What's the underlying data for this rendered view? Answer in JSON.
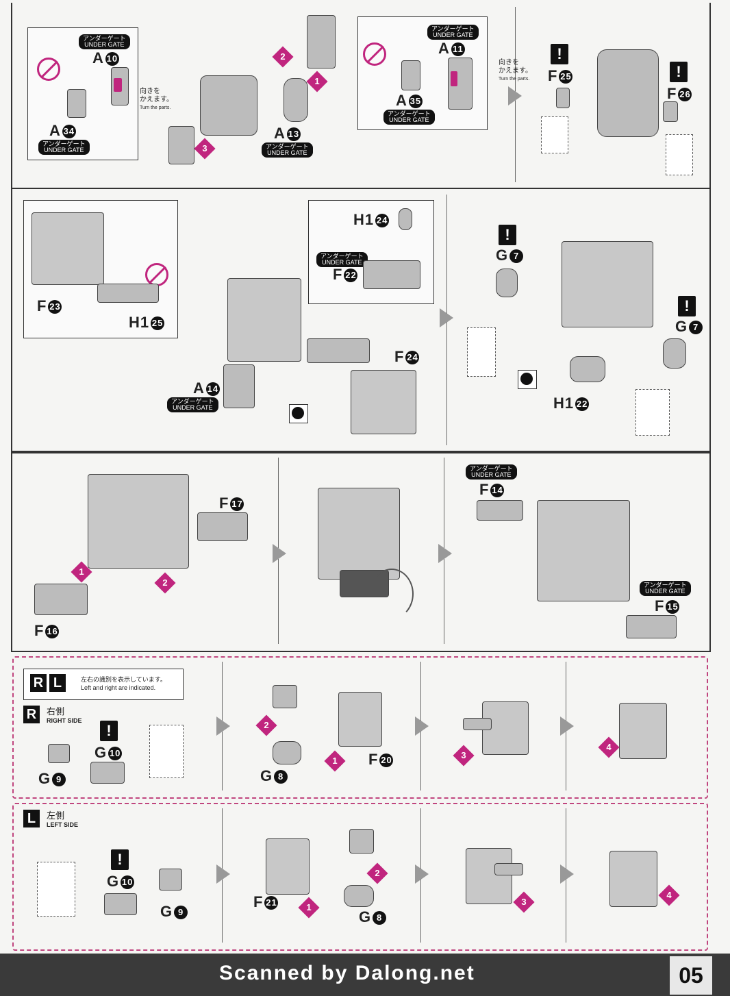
{
  "gate": {
    "jp": "アンダーゲート",
    "en": "UNDER GATE"
  },
  "turn": {
    "jp_1": "向きを",
    "jp_2": "かえます。",
    "en": "Turn the parts."
  },
  "panel1": {
    "a10": {
      "letter": "A",
      "n": "10"
    },
    "a34": {
      "letter": "A",
      "n": "34"
    },
    "a11": {
      "letter": "A",
      "n": "11"
    },
    "a35": {
      "letter": "A",
      "n": "35"
    },
    "a13": {
      "letter": "A",
      "n": "13"
    },
    "f25": {
      "letter": "F",
      "n": "25"
    },
    "f26": {
      "letter": "F",
      "n": "26"
    },
    "steps": [
      "1",
      "2",
      "3"
    ]
  },
  "panel2": {
    "f23": {
      "letter": "F",
      "n": "23"
    },
    "h125": {
      "letter": "H1",
      "n": "25"
    },
    "h124": {
      "letter": "H1",
      "n": "24"
    },
    "f22": {
      "letter": "F",
      "n": "22"
    },
    "a14": {
      "letter": "A",
      "n": "14"
    },
    "f24": {
      "letter": "F",
      "n": "24"
    },
    "g7a": {
      "letter": "G",
      "n": "7"
    },
    "g7b": {
      "letter": "G",
      "n": "7"
    },
    "h122": {
      "letter": "H1",
      "n": "22"
    }
  },
  "panel3": {
    "f17": {
      "letter": "F",
      "n": "17"
    },
    "f16": {
      "letter": "F",
      "n": "16"
    },
    "f14": {
      "letter": "F",
      "n": "14"
    },
    "f15": {
      "letter": "F",
      "n": "15"
    },
    "steps": [
      "1",
      "2"
    ]
  },
  "rl": {
    "badge_r": "R",
    "badge_l": "L",
    "note_jp": "左右の識別を表示しています。",
    "note_en": "Left and right are indicated."
  },
  "right_side": {
    "jp": "右側",
    "en": "RIGHT SIDE",
    "g10": {
      "letter": "G",
      "n": "10"
    },
    "g9": {
      "letter": "G",
      "n": "9"
    },
    "g8": {
      "letter": "G",
      "n": "8"
    },
    "f20": {
      "letter": "F",
      "n": "20"
    },
    "steps": [
      "1",
      "2",
      "3",
      "4"
    ]
  },
  "left_side": {
    "jp": "左側",
    "en": "LEFT SIDE",
    "g10": {
      "letter": "G",
      "n": "10"
    },
    "g9": {
      "letter": "G",
      "n": "9"
    },
    "g8": {
      "letter": "G",
      "n": "8"
    },
    "f21": {
      "letter": "F",
      "n": "21"
    },
    "steps": [
      "1",
      "2",
      "3",
      "4"
    ]
  },
  "footer": {
    "scan": "Scanned by Dalong.net",
    "page": "05"
  },
  "colors": {
    "accent": "#c0257e",
    "part": "#bcbcbc",
    "ink": "#222222"
  }
}
